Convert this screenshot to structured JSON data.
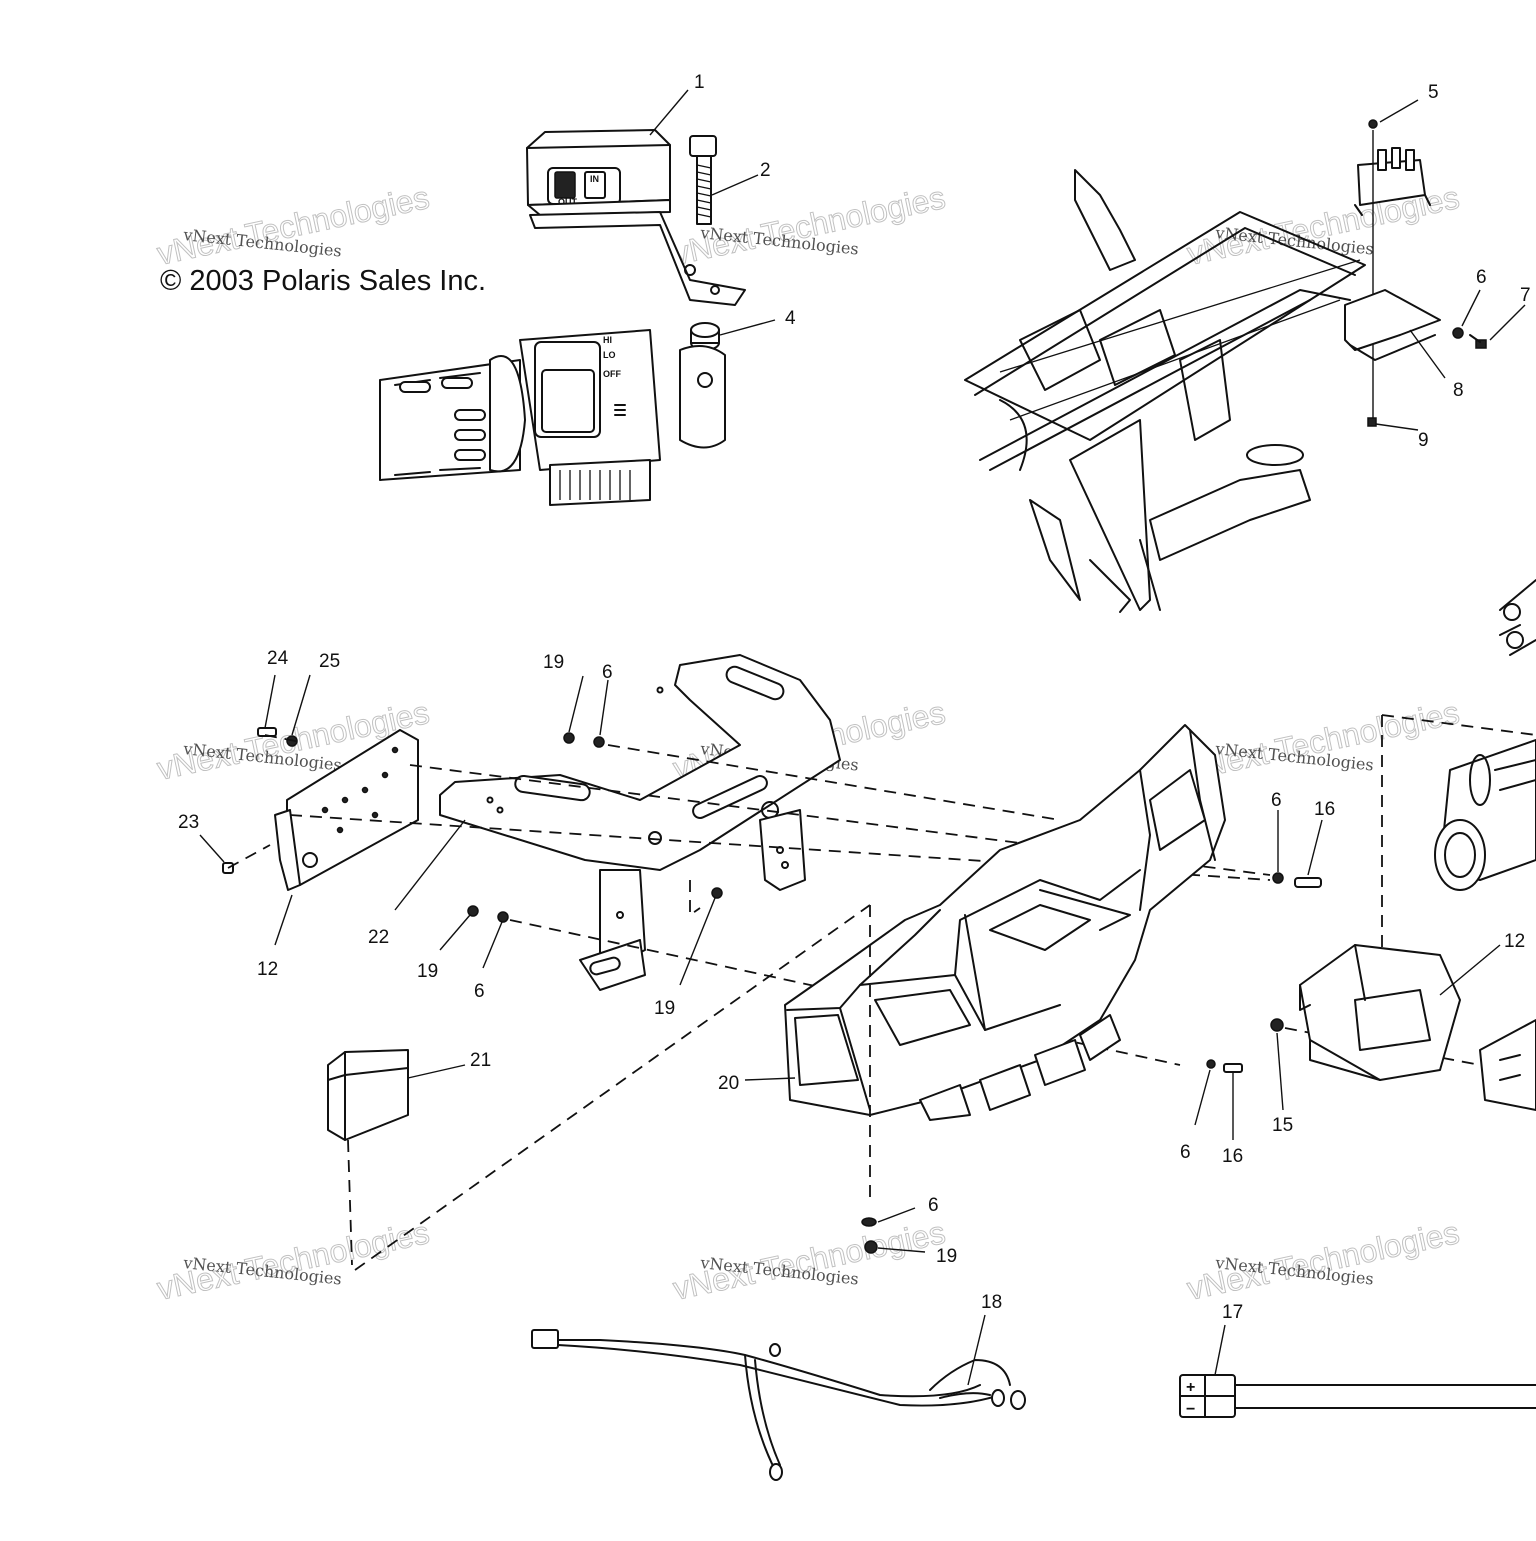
{
  "copyright": "© 2003 Polaris Sales Inc.",
  "watermark": {
    "small": "vNext Technologies",
    "big": "vNext Technologies"
  },
  "switch_labels": {
    "in": "IN",
    "out": "OUT",
    "hi": "HI",
    "lo": "LO",
    "off": "OFF"
  },
  "battery_labels": {
    "plus": "+",
    "minus": "−"
  },
  "callouts": [
    "1",
    "2",
    "4",
    "5",
    "6",
    "7",
    "8",
    "9",
    "24",
    "25",
    "19",
    "6",
    "23",
    "12",
    "22",
    "19",
    "6",
    "19",
    "6",
    "16",
    "12",
    "21",
    "20",
    "6",
    "16",
    "15",
    "6",
    "19",
    "18",
    "17"
  ]
}
